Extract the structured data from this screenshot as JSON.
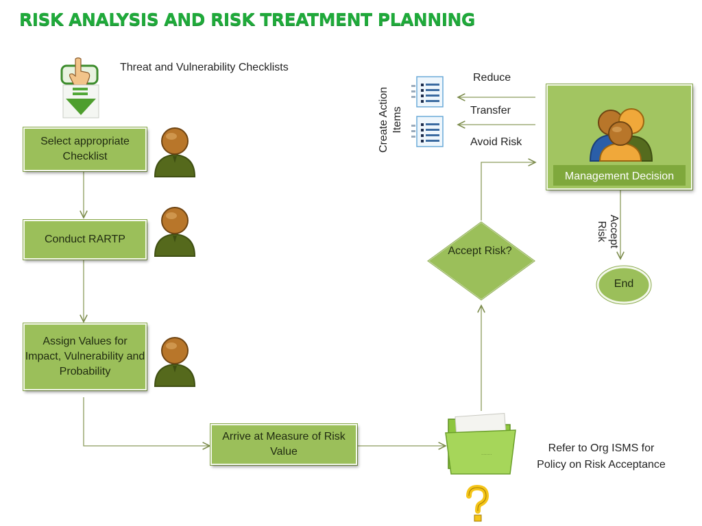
{
  "title": "RISK ANALYSIS AND RISK TREATMENT PLANNING",
  "labels": {
    "checklists": "Threat and Vulnerability Checklists",
    "reduce": "Reduce",
    "transfer": "Transfer",
    "avoid": "Avoid Risk",
    "create_action_items": "Create Action Items",
    "accept_risk_path": "Accept Risk",
    "refer_line1": "Refer to Org ISMS for",
    "refer_line2": "Policy on Risk Acceptance"
  },
  "steps": {
    "select": "Select appropriate Checklist",
    "conduct": "Conduct RARTP",
    "assign": "Assign Values for Impact, Vulnerability and Probability",
    "arrive": "Arrive at Measure of Risk Value",
    "decision": "Accept Risk?",
    "management": "Management Decision",
    "end": "End"
  },
  "icons": {
    "hand_touch": "hand-pointer-icon",
    "download": "download-arrow-icon",
    "user": "user-icon",
    "group": "user-group-icon",
    "list": "list-document-icon",
    "folder": "folder-icon",
    "question": "question-mark-icon"
  },
  "colors": {
    "title": "#1faa3a",
    "box": "#9bbf5a",
    "line": "#7a8a4a",
    "person": "#556b1e",
    "head": "#b8762a"
  }
}
